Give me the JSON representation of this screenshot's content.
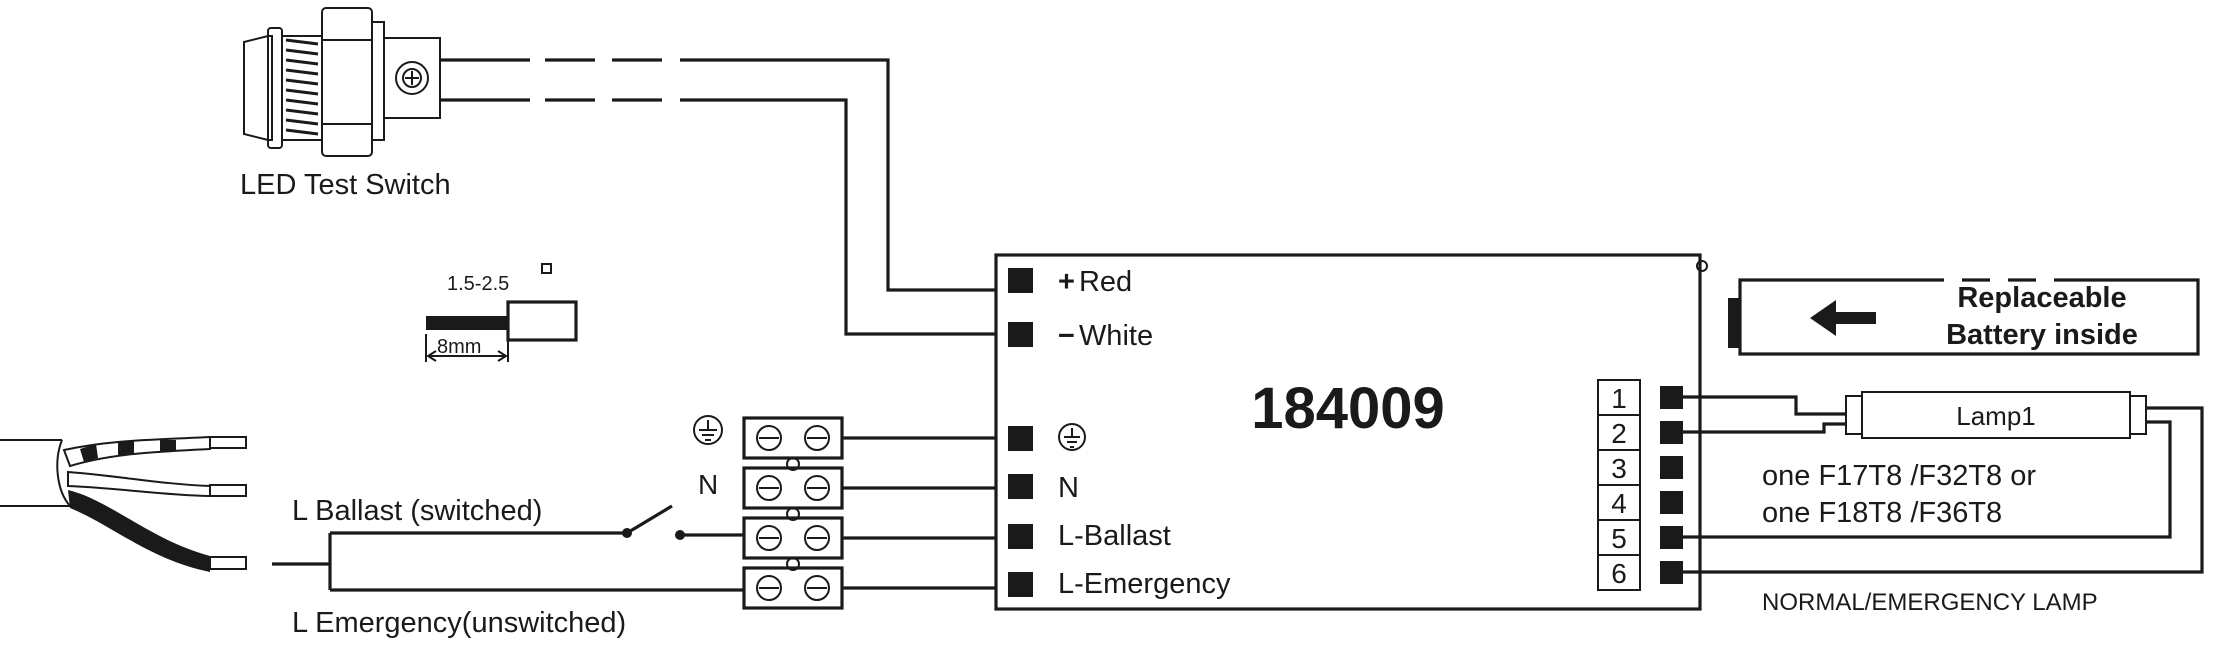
{
  "switch_label": "LED Test Switch",
  "wire_gauge": "1.5-2.5",
  "strip_length": "8mm",
  "module_id": "184009",
  "left_terminals": [
    {
      "symbol": "+",
      "label": "Red"
    },
    {
      "symbol": "−",
      "label": "White"
    },
    {
      "label": "⏚"
    },
    {
      "label": "N"
    },
    {
      "label": "L-Ballast"
    },
    {
      "label": "L-Emergency"
    }
  ],
  "right_terminals": [
    "1",
    "2",
    "3",
    "4",
    "5",
    "6"
  ],
  "block_labels": {
    "ground": "⏚",
    "neutral": "N"
  },
  "line_labels": {
    "ballast": "L Ballast  (switched)",
    "emergency": "L Emergency(unswitched)"
  },
  "battery_label": [
    "Replaceable",
    "Battery inside"
  ],
  "lamp_label": "Lamp1",
  "lamp_types": [
    "one F17T8 /F32T8 or",
    "one F18T8 /F36T8"
  ],
  "lamp_caption": "NORMAL/EMERGENCY LAMP"
}
